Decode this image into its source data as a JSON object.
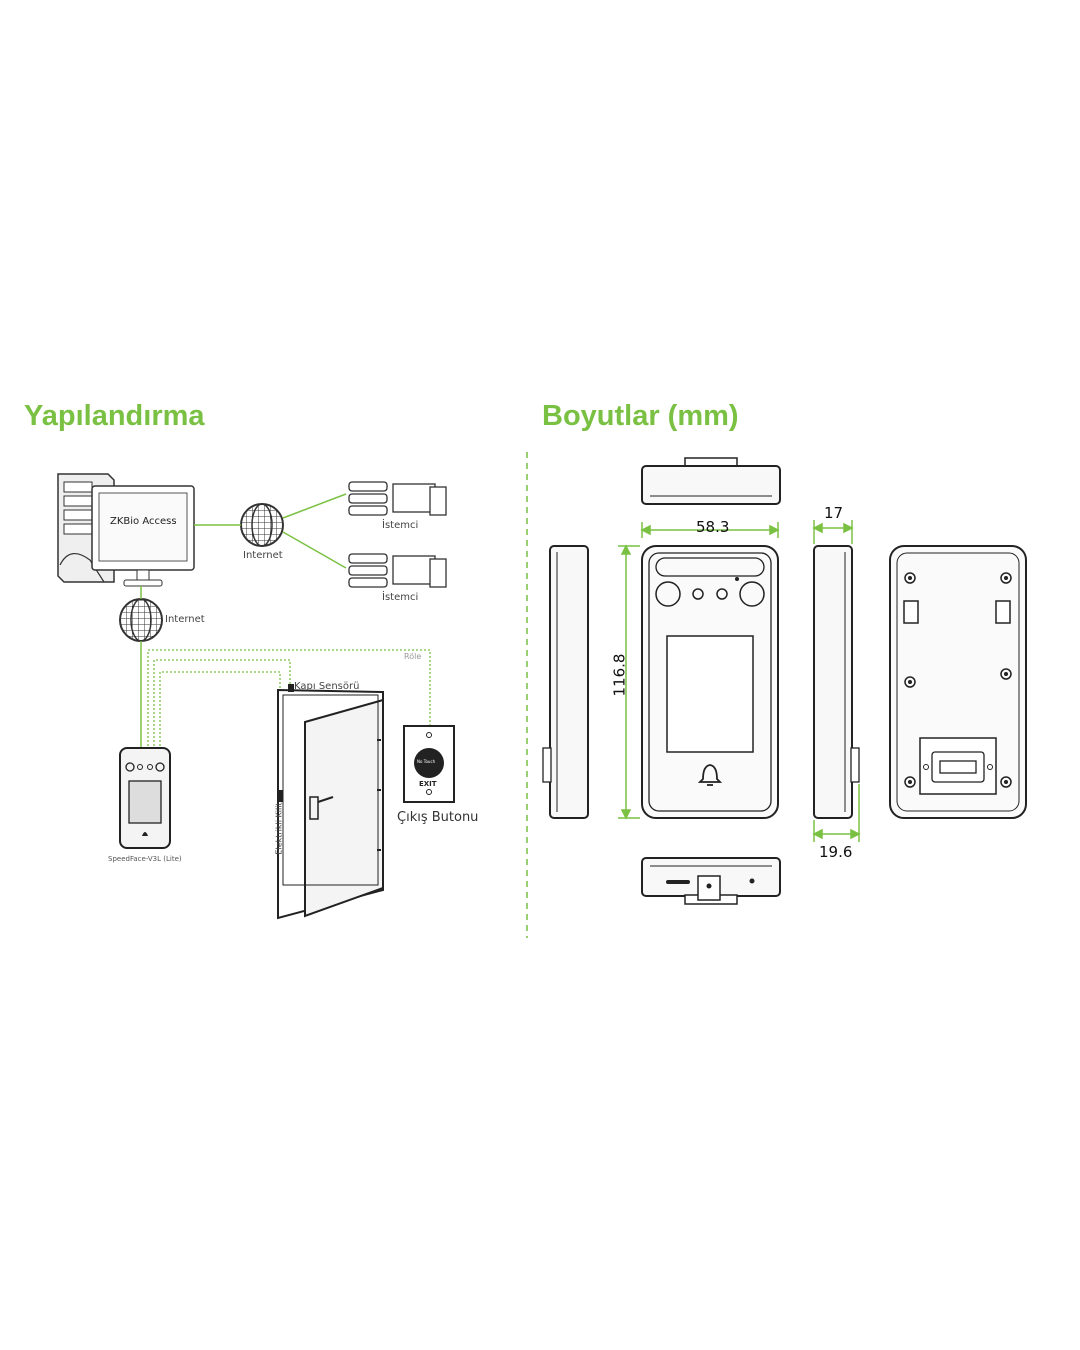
{
  "headings": {
    "left": "Yapılandırma",
    "right": "Boyutlar (mm)"
  },
  "colors": {
    "accent": "#7ac143",
    "line": "#222222",
    "fill_light": "#f2f2f2",
    "screen": "#dddddd",
    "dotted": "#7ac143"
  },
  "configuration": {
    "software_brand": "ZKBio Access",
    "internet_top": "Internet",
    "internet_left": "Internet",
    "client_1": "İstemci",
    "client_2": "İstemci",
    "relay": "Röle",
    "door_sensor": "Kapı Sensörü",
    "electric_lock": "Elektrikli Kilit",
    "exit_button": "Çıkış Butonu",
    "exit_button_face": "EXIT",
    "exit_button_text": "No Touch",
    "device_name": "SpeedFace-V3L (Lite)"
  },
  "dimensions": {
    "width": "58.3",
    "height": "116.8",
    "depth_top": "17",
    "depth_bottom": "19.6"
  },
  "icons": [
    "server-tower-icon",
    "monitor-icon",
    "globe-icon",
    "client-workstation-icon",
    "door-icon",
    "exit-button-icon",
    "face-terminal-icon",
    "bell-icon"
  ]
}
